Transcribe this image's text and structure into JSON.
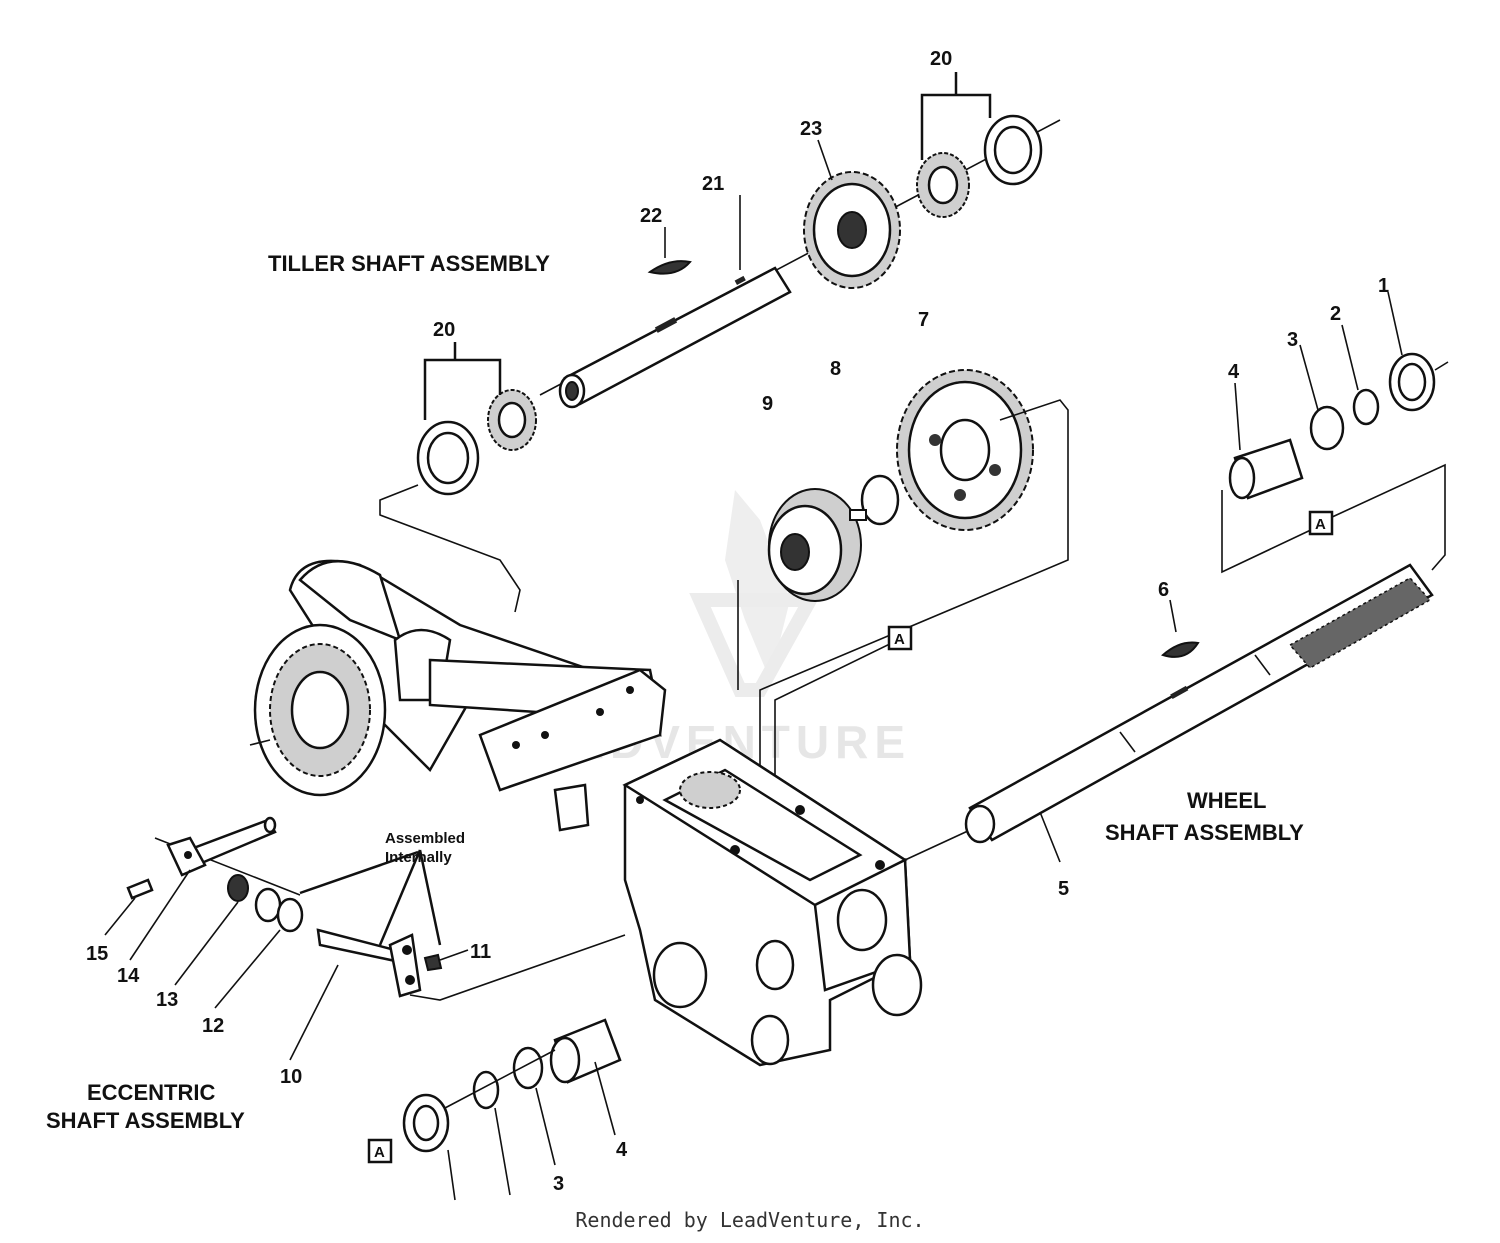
{
  "assemblies": {
    "tiller": "TILLER SHAFT ASSEMBLY",
    "wheel_line1": "WHEEL",
    "wheel_line2": "SHAFT ASSEMBLY",
    "eccentric_line1": "ECCENTRIC",
    "eccentric_line2": "SHAFT ASSEMBLY"
  },
  "notes": {
    "assembled_line1": "Assembled",
    "assembled_line2": "Internally"
  },
  "reference_marker": "A",
  "part_numbers": {
    "p1": "1",
    "p2": "2",
    "p3": "3",
    "p4": "4",
    "p5": "5",
    "p6": "6",
    "p7": "7",
    "p8": "8",
    "p9": "9",
    "p10": "10",
    "p11": "11",
    "p12": "12",
    "p13": "13",
    "p14": "14",
    "p15": "15",
    "p20a": "20",
    "p20b": "20",
    "p21": "21",
    "p22": "22",
    "p23": "23",
    "p3b": "3",
    "p4b": "4"
  },
  "watermark": "LEADVENTURE",
  "footer": "Rendered by LeadVenture, Inc."
}
